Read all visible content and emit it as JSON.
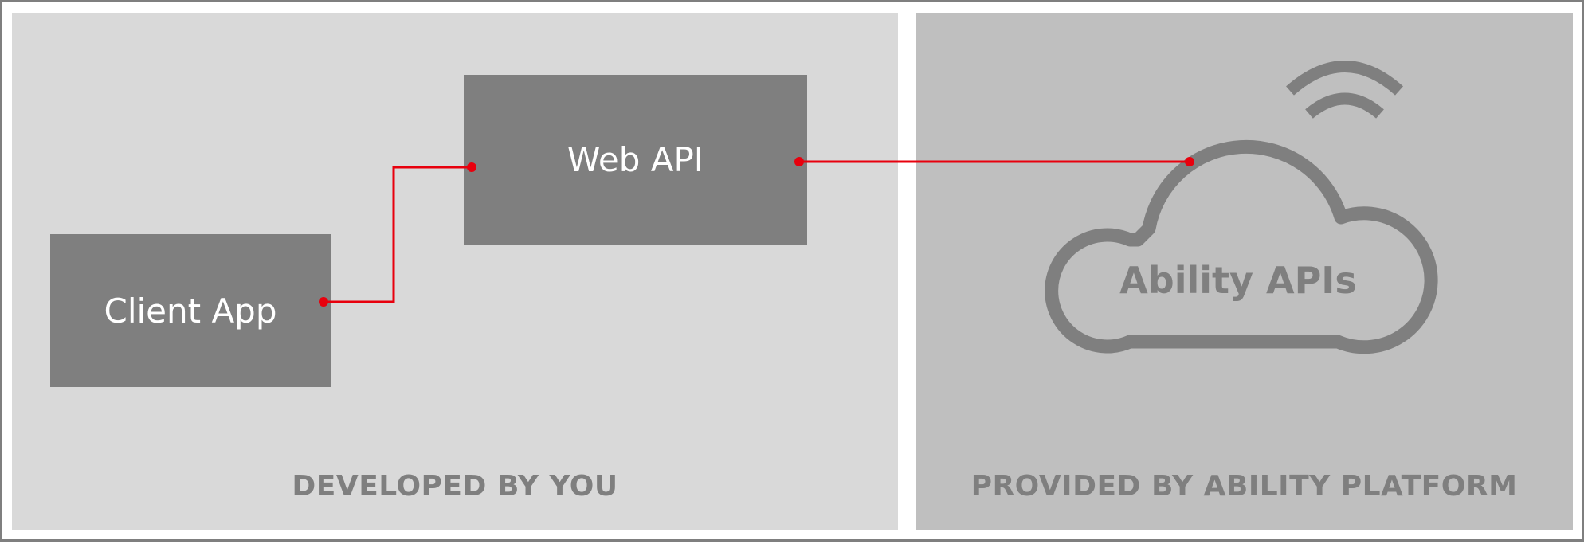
{
  "left_panel": {
    "label": "DEVELOPED BY YOU"
  },
  "right_panel": {
    "label": "PROVIDED BY ABILITY PLATFORM"
  },
  "nodes": {
    "client_app": "Client App",
    "web_api": "Web API",
    "ability_apis": "Ability APIs"
  },
  "icons": {
    "cloud": "cloud-icon",
    "wifi": "wifi-signal-icon"
  },
  "colors": {
    "connector": "#e8000d",
    "box_fill": "#7f7f7f",
    "left_panel_bg": "#d9d9d9",
    "right_panel_bg": "#bfbfbf",
    "label_text": "#7f7f7f"
  }
}
